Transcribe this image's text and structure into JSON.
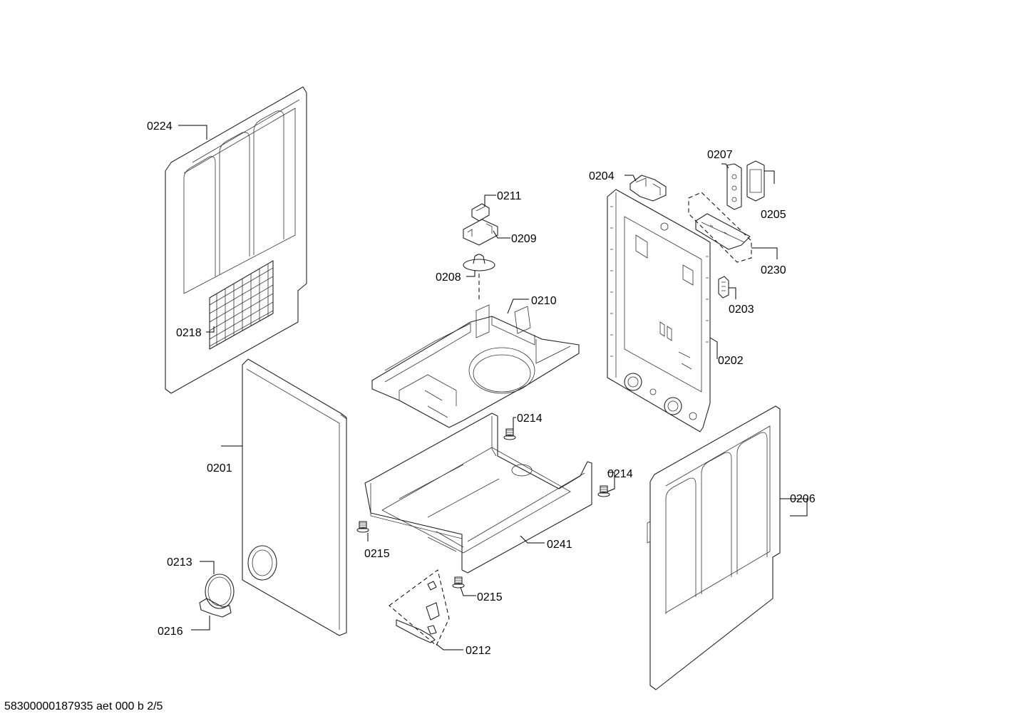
{
  "labels": {
    "p0224": "0224",
    "p0218": "0218",
    "p0201": "0201",
    "p0213": "0213",
    "p0216": "0216",
    "p0211": "0211",
    "p0209": "0209",
    "p0208": "0208",
    "p0210": "0210",
    "p0214a": "0214",
    "p0214b": "0214",
    "p0215a": "0215",
    "p0215b": "0215",
    "p0241": "0241",
    "p0212": "0212",
    "p0204": "0204",
    "p0207": "0207",
    "p0205": "0205",
    "p0230": "0230",
    "p0203": "0203",
    "p0202": "0202",
    "p0206": "0206"
  },
  "footer": "58300000187935 aet 000 b 2/5"
}
